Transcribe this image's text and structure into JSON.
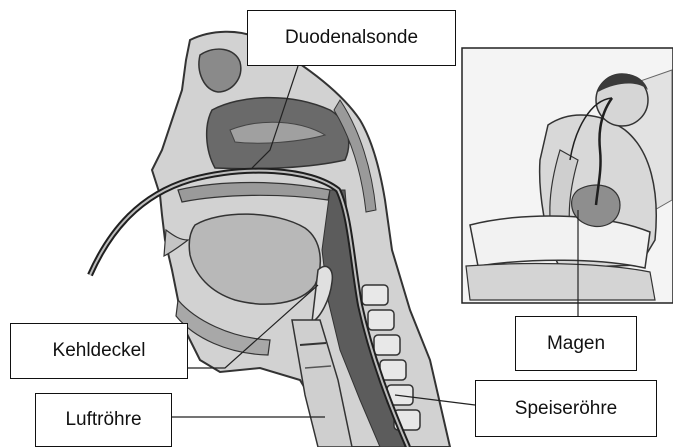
{
  "diagram": {
    "labels": {
      "duodenalsonde": "Duodenalsonde",
      "kehldeckel": "Kehldeckel",
      "luftroehre": "Luftröhre",
      "magen": "Magen",
      "speiseroehre": "Speiseröhre"
    },
    "colors": {
      "tissue_light": "#dcdcdc",
      "tissue_mid": "#b4b4b4",
      "tissue_dark": "#7a7a7a",
      "cavity": "#5c5c5c",
      "outline": "#333333",
      "tube": "#2a2a2a"
    }
  }
}
